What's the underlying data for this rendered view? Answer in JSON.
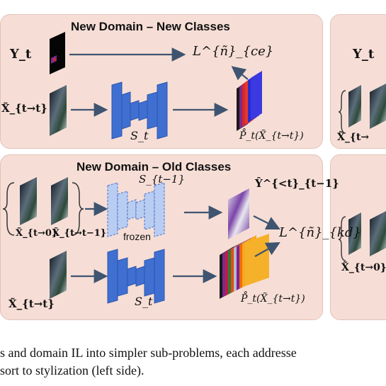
{
  "colors": {
    "panel_bg": "#f6ded6",
    "encoder_blue": "#3f6fd1",
    "frozen_blue": "#b9cdf2",
    "arrow": "#3f5470"
  },
  "panels": {
    "top": {
      "title": "New Domain – New Classes",
      "label_y": "Y_t",
      "label_x": "X̃_{t→t}",
      "label_net": "S_t",
      "label_loss": "L^{ñ}_{ce}",
      "label_pred": "P̊_t(X̃_{t→t})"
    },
    "bottom": {
      "title": "New Domain – Old Classes",
      "label_x0": "X̃_{t→0}",
      "label_xt1": "X̃_{t→t−1}",
      "label_prev_net": "S_{t−1}",
      "frozen": "frozen",
      "label_prev_pred": "Ŷ^{<t}_{t−1}",
      "label_loss": "L^{ñ}_{kd}",
      "label_x": "X̃_{t→t}",
      "label_net": "S_t",
      "label_pred": "P̊_t(X̃_{t→t})"
    },
    "right_top": {
      "label_y": "Y_t",
      "label_x": "X̃_{t→"
    },
    "right_bottom": {
      "label_x0": "X̃_{t→0}"
    }
  },
  "caption": {
    "line1": "s and domain IL into simpler sub-problems, each addresse",
    "line2": "sort to stylization (left side)."
  }
}
